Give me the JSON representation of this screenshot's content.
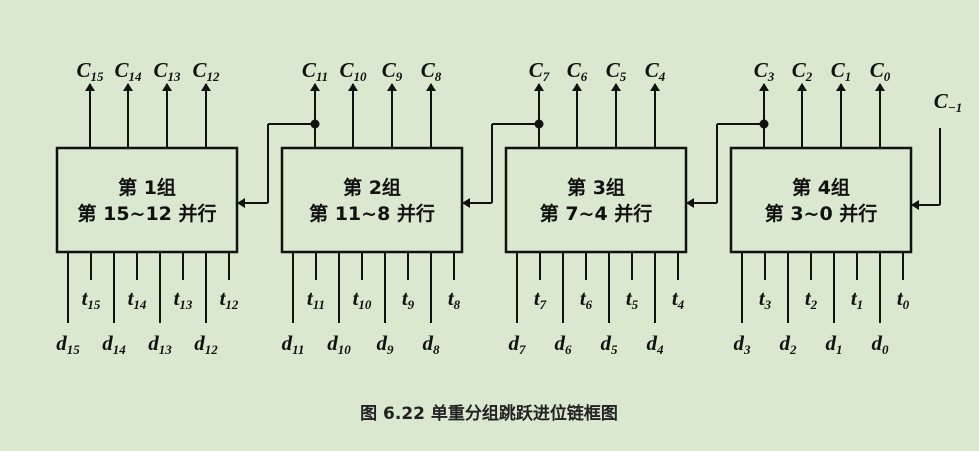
{
  "caption": "图 6.22   单重分组跳跃进位链框图",
  "carry_in": {
    "base": "C",
    "sub": "−1"
  },
  "groups": [
    {
      "line1": "第 1组",
      "line2": "第  15~12 并行",
      "outputs": [
        {
          "base": "C",
          "sub": "15"
        },
        {
          "base": "C",
          "sub": "14"
        },
        {
          "base": "C",
          "sub": "13"
        },
        {
          "base": "C",
          "sub": "12"
        }
      ],
      "inputs_d": [
        {
          "base": "d",
          "sub": "15"
        },
        {
          "base": "d",
          "sub": "14"
        },
        {
          "base": "d",
          "sub": "13"
        },
        {
          "base": "d",
          "sub": "12"
        }
      ],
      "inputs_t": [
        {
          "base": "t",
          "sub": "15"
        },
        {
          "base": "t",
          "sub": "14"
        },
        {
          "base": "t",
          "sub": "13"
        },
        {
          "base": "t",
          "sub": "12"
        }
      ]
    },
    {
      "line1": "第 2组",
      "line2": "第  11~8 并行",
      "outputs": [
        {
          "base": "C",
          "sub": "11"
        },
        {
          "base": "C",
          "sub": "10"
        },
        {
          "base": "C",
          "sub": "9"
        },
        {
          "base": "C",
          "sub": "8"
        }
      ],
      "inputs_d": [
        {
          "base": "d",
          "sub": "11"
        },
        {
          "base": "d",
          "sub": "10"
        },
        {
          "base": "d",
          "sub": "9"
        },
        {
          "base": "d",
          "sub": "8"
        }
      ],
      "inputs_t": [
        {
          "base": "t",
          "sub": "11"
        },
        {
          "base": "t",
          "sub": "10"
        },
        {
          "base": "t",
          "sub": "9"
        },
        {
          "base": "t",
          "sub": "8"
        }
      ]
    },
    {
      "line1": "第 3组",
      "line2": "第  7~4 并行",
      "outputs": [
        {
          "base": "C",
          "sub": "7"
        },
        {
          "base": "C",
          "sub": "6"
        },
        {
          "base": "C",
          "sub": "5"
        },
        {
          "base": "C",
          "sub": "4"
        }
      ],
      "inputs_d": [
        {
          "base": "d",
          "sub": "7"
        },
        {
          "base": "d",
          "sub": "6"
        },
        {
          "base": "d",
          "sub": "5"
        },
        {
          "base": "d",
          "sub": "4"
        }
      ],
      "inputs_t": [
        {
          "base": "t",
          "sub": "7"
        },
        {
          "base": "t",
          "sub": "6"
        },
        {
          "base": "t",
          "sub": "5"
        },
        {
          "base": "t",
          "sub": "4"
        }
      ]
    },
    {
      "line1": "第 4组",
      "line2": "第  3~0 并行",
      "outputs": [
        {
          "base": "C",
          "sub": "3"
        },
        {
          "base": "C",
          "sub": "2"
        },
        {
          "base": "C",
          "sub": "1"
        },
        {
          "base": "C",
          "sub": "0"
        }
      ],
      "inputs_d": [
        {
          "base": "d",
          "sub": "3"
        },
        {
          "base": "d",
          "sub": "2"
        },
        {
          "base": "d",
          "sub": "1"
        },
        {
          "base": "d",
          "sub": "0"
        }
      ],
      "inputs_t": [
        {
          "base": "t",
          "sub": "3"
        },
        {
          "base": "t",
          "sub": "2"
        },
        {
          "base": "t",
          "sub": "1"
        },
        {
          "base": "t",
          "sub": "0"
        }
      ]
    }
  ]
}
